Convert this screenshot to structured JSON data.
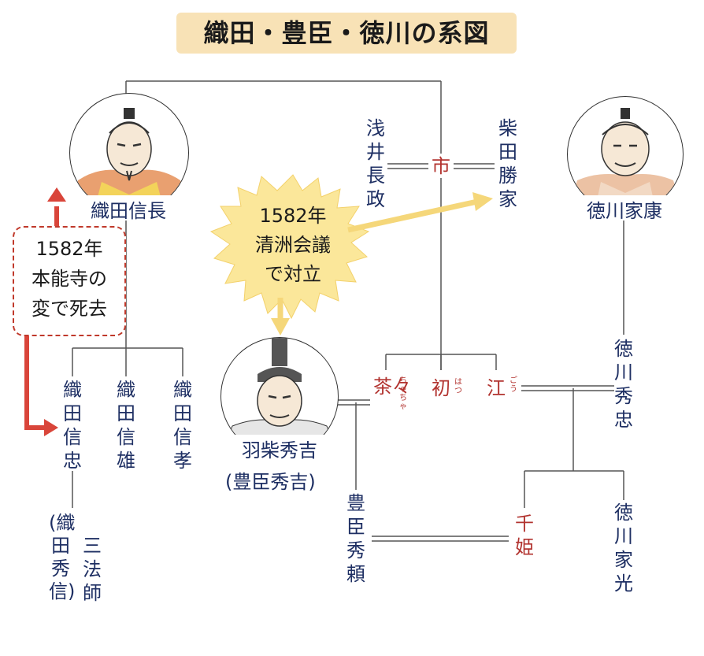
{
  "title": "織田・豊臣・徳川の系図",
  "people": {
    "nobunaga": "織田信長",
    "ieyasu": "徳川家康",
    "hideyoshi": "羽柴秀吉",
    "hideyoshi_alt": "(豊臣秀吉)",
    "azai": "浅井長政",
    "ichi": "市",
    "shibata": "柴田勝家",
    "chacha": "茶々",
    "chacha_ruby": "ちゃちゃ",
    "hatsu": "初",
    "hatsu_ruby": "はつ",
    "go": "江",
    "go_ruby": "ごう",
    "hidetada": "徳川秀忠",
    "nobutada": "織田信忠",
    "nobukatsu": "織田信雄",
    "nobutaka": "織田信孝",
    "sanboshi": "三法師",
    "hidenobu": "(織田秀信)",
    "hideyori": "豊臣秀頼",
    "senhime": "千姫",
    "iemitsu": "徳川家光"
  },
  "events": {
    "honnoji": [
      "1582年",
      "本能寺の",
      "変で死去"
    ],
    "kiyosu": [
      "1582年",
      "清洲会議",
      "で対立"
    ]
  },
  "colors": {
    "navy": "#1e2f63",
    "red": "#b2332f",
    "title_bg": "#f8e2b6",
    "burst": "#fbe79a",
    "arrow_red": "#d9453a",
    "arrow_yellow": "#f5d77a"
  }
}
